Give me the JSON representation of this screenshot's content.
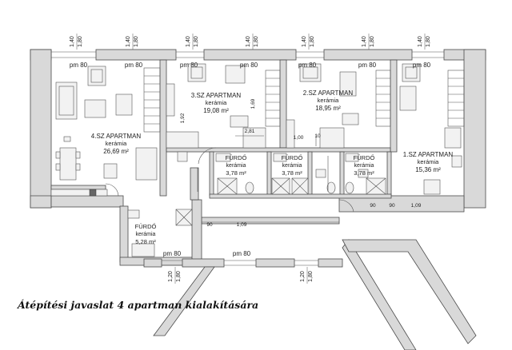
{
  "caption": "Átépítési javaslat 4 apartman kialakítására",
  "window_dims": {
    "top": [
      "1,40",
      "1,80"
    ],
    "bottom": [
      "1,20",
      "1,80"
    ]
  },
  "pm_labels": {
    "top": [
      "pm 80",
      "pm 80",
      "pm 80",
      "pm 80",
      "pm 80",
      "pm 80",
      "pm 80"
    ],
    "bottom": [
      "pm 80",
      "pm 80"
    ]
  },
  "rooms": [
    {
      "name": "4.SZ APARTMAN",
      "floor": "kerámia",
      "area": "26,69 m²"
    },
    {
      "name": "3.SZ APARTMAN",
      "floor": "kerámia",
      "area": "19,08 m²"
    },
    {
      "name": "2.SZ APARTMAN",
      "floor": "kerámia",
      "area": "18,95 m²"
    },
    {
      "name": "1.SZ APARTMAN",
      "floor": "kerámia",
      "area": "15,36 m²"
    },
    {
      "name": "FÜRDŐ",
      "floor": "kerámia",
      "area": "3,78 m²"
    },
    {
      "name": "FÜRDŐ",
      "floor": "kerámia",
      "area": "3,78 m²"
    },
    {
      "name": "FÜRDŐ",
      "floor": "kerámia",
      "area": "3,78 m²"
    },
    {
      "name": "FÜRDŐ",
      "floor": "kerámia",
      "area": "5,28 m²"
    }
  ],
  "dimensions": [
    "2,81",
    "1,00",
    "1,69",
    "1,92",
    "90",
    "1,09",
    "10",
    "90",
    "90",
    "1,09"
  ]
}
